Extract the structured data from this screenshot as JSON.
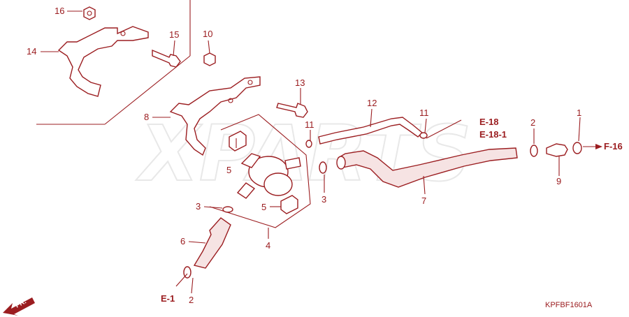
{
  "diagram": {
    "watermark": "XPARTS",
    "catalog_code": "KPFBF1601A",
    "front_marker": "FR.",
    "colors": {
      "line": "#9b1d20",
      "background": "#ffffff",
      "watermark": "#e8e8e8"
    },
    "callouts": {
      "c16": "16",
      "c14": "14",
      "c15": "15",
      "c10": "10",
      "c8": "8",
      "c13": "13",
      "c12": "12",
      "c11a": "11",
      "c11b": "11",
      "c5a": "5",
      "c5b": "5",
      "c3a": "3",
      "c3b": "3",
      "c6": "6",
      "c4": "4",
      "c2a": "2",
      "c2b": "2",
      "c7": "7",
      "c1": "1",
      "c9": "9"
    },
    "references": {
      "e18": "E-18",
      "e181": "E-18-1",
      "f16": "F-16",
      "e1": "E-1"
    }
  }
}
